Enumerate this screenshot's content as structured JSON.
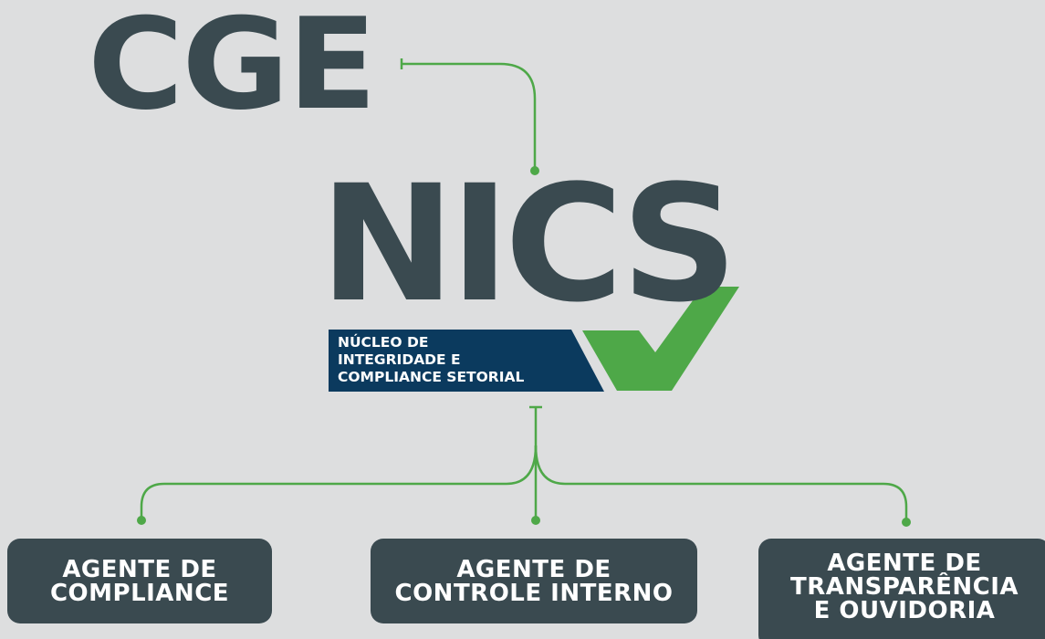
{
  "cge": {
    "label": "CGE"
  },
  "nics": {
    "label": "NICS",
    "banner_lines": [
      "NÚCLEO DE",
      "INTEGRIDADE E",
      "COMPLIANCE SETORIAL"
    ]
  },
  "agents": [
    {
      "lines": [
        "AGENTE DE",
        "COMPLIANCE"
      ]
    },
    {
      "lines": [
        "AGENTE DE",
        "CONTROLE INTERNO"
      ]
    },
    {
      "lines": [
        "AGENTE DE",
        "TRANSPARÊNCIA",
        "E OUVIDORIA"
      ]
    }
  ],
  "colors": {
    "background": "#dddedf",
    "text_dark": "#3a4a50",
    "navy": "#0b3a5e",
    "green": "#4ea848",
    "white": "#ffffff"
  }
}
